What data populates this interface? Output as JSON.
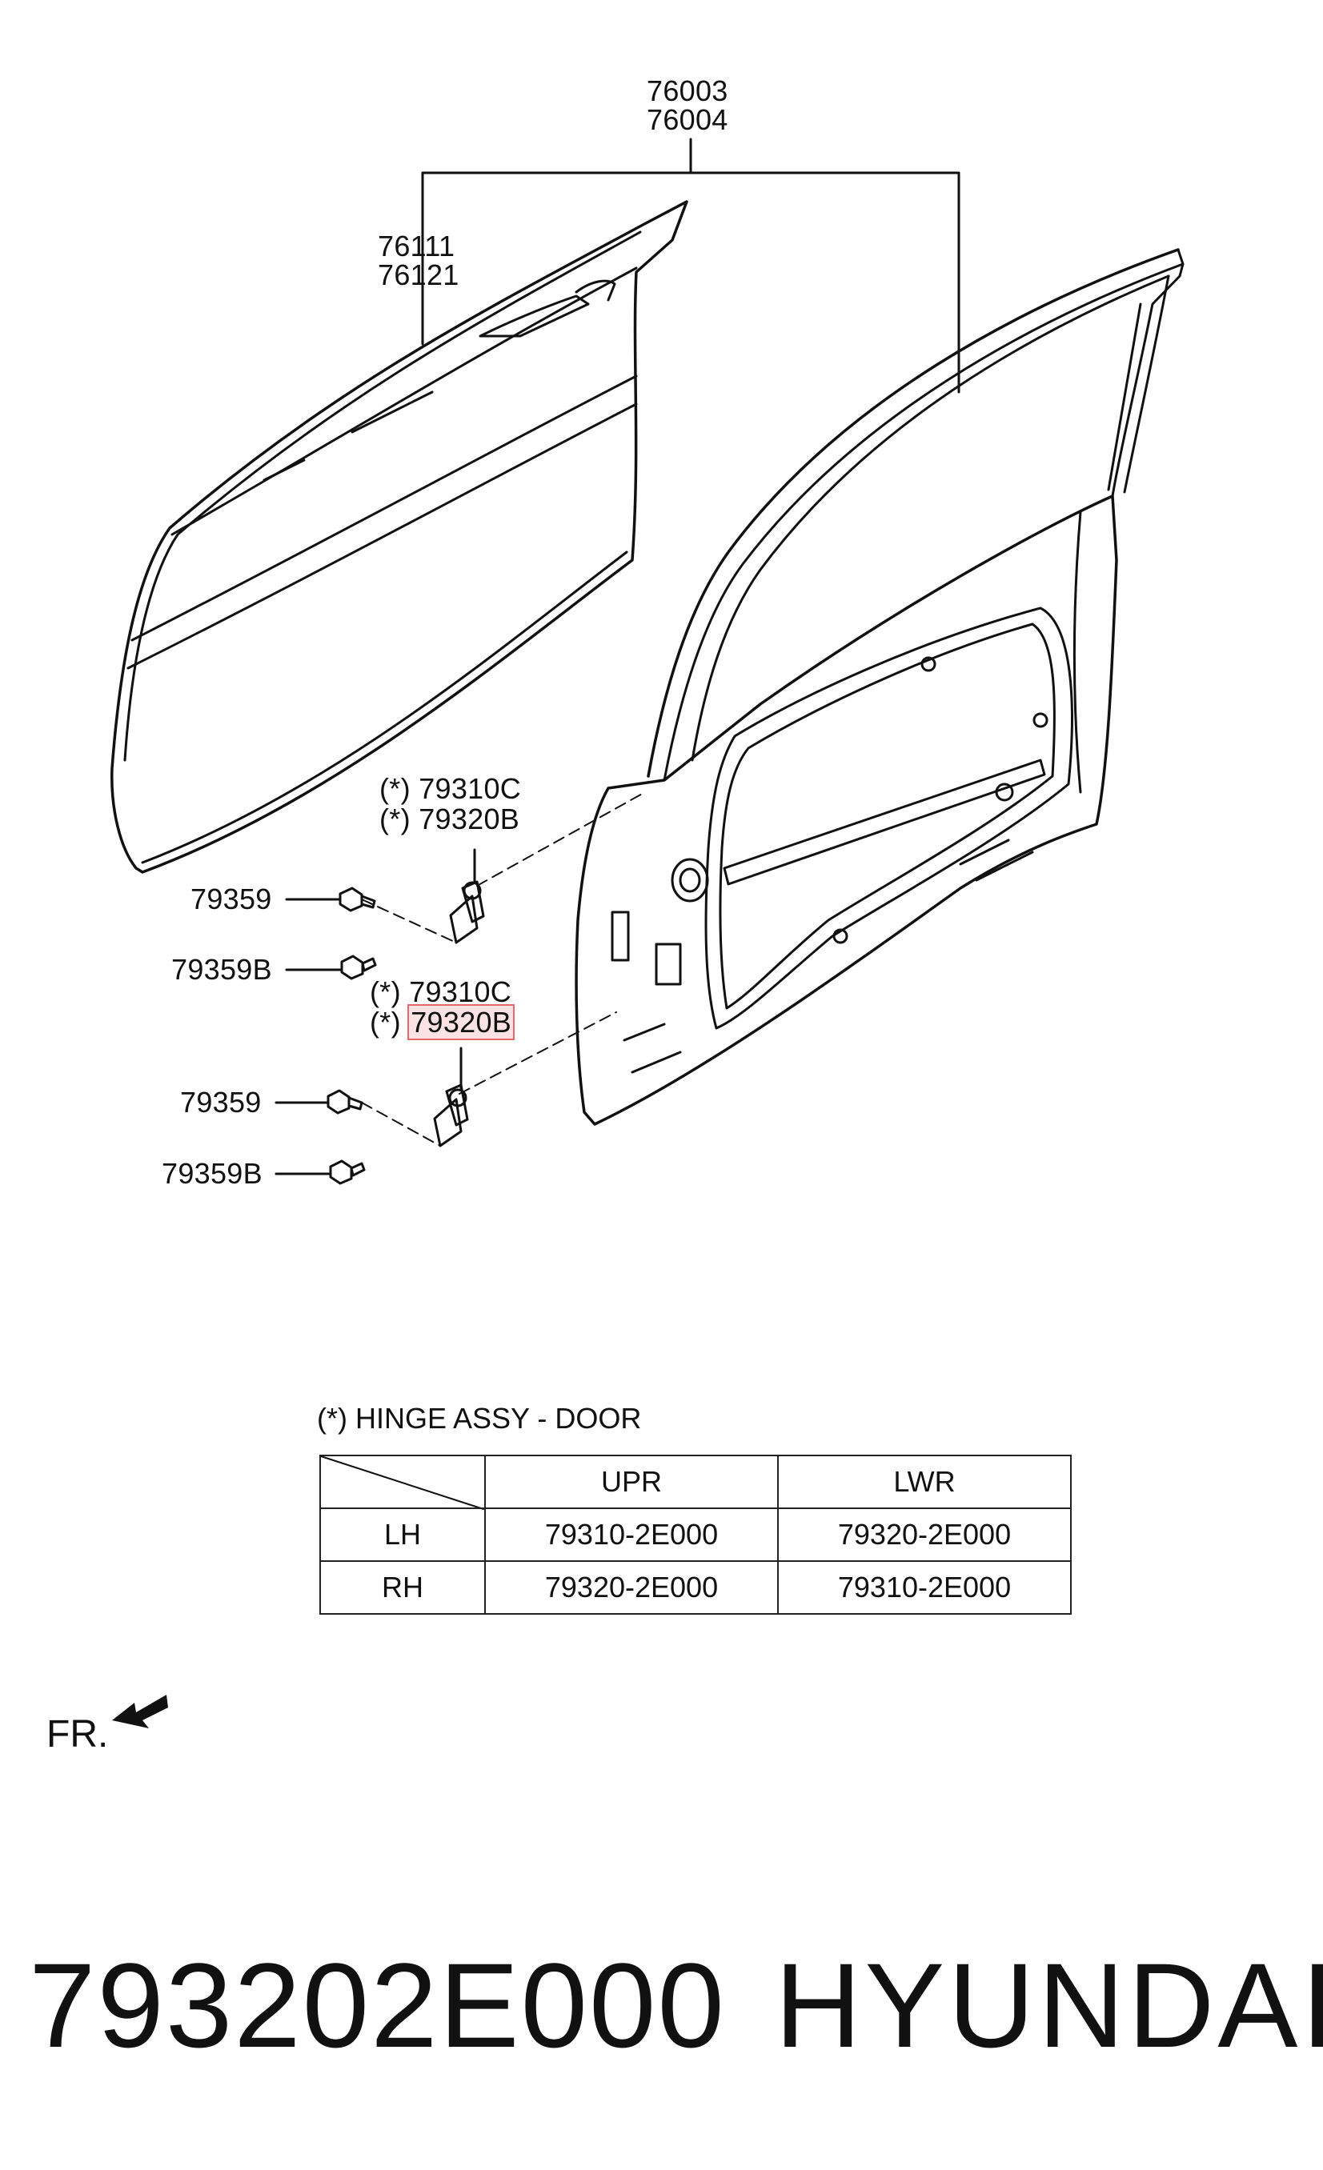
{
  "callouts": {
    "assembly_top": "76003",
    "assembly_bottom": "76004",
    "panel_top": "76111",
    "panel_bottom": "76121",
    "upper_hinge_a_mark": "(*)",
    "upper_hinge_a": "79310C",
    "upper_hinge_b_mark": "(*)",
    "upper_hinge_b": "79320B",
    "lower_hinge_a_mark": "(*)",
    "lower_hinge_a": "79310C",
    "lower_hinge_b_mark": "(*)",
    "lower_hinge_b": "79320B",
    "bolt_upper_1": "79359",
    "bolt_upper_2": "79359B",
    "bolt_lower_1": "79359",
    "bolt_lower_2": "79359B"
  },
  "hinge_table": {
    "title": "(*) HINGE ASSY - DOOR",
    "columns": [
      "",
      "UPR",
      "LWR"
    ],
    "rows": [
      [
        "LH",
        "79310-2E000",
        "79320-2E000"
      ],
      [
        "RH",
        "79320-2E000",
        "79310-2E000"
      ]
    ]
  },
  "direction_label": "FR.",
  "footer": {
    "part_number": "793202E000",
    "brand": "HYUNDAI"
  },
  "colors": {
    "line": "#111111",
    "highlight_fill": "#fbe3e3",
    "highlight_border": "#e26a6a"
  }
}
